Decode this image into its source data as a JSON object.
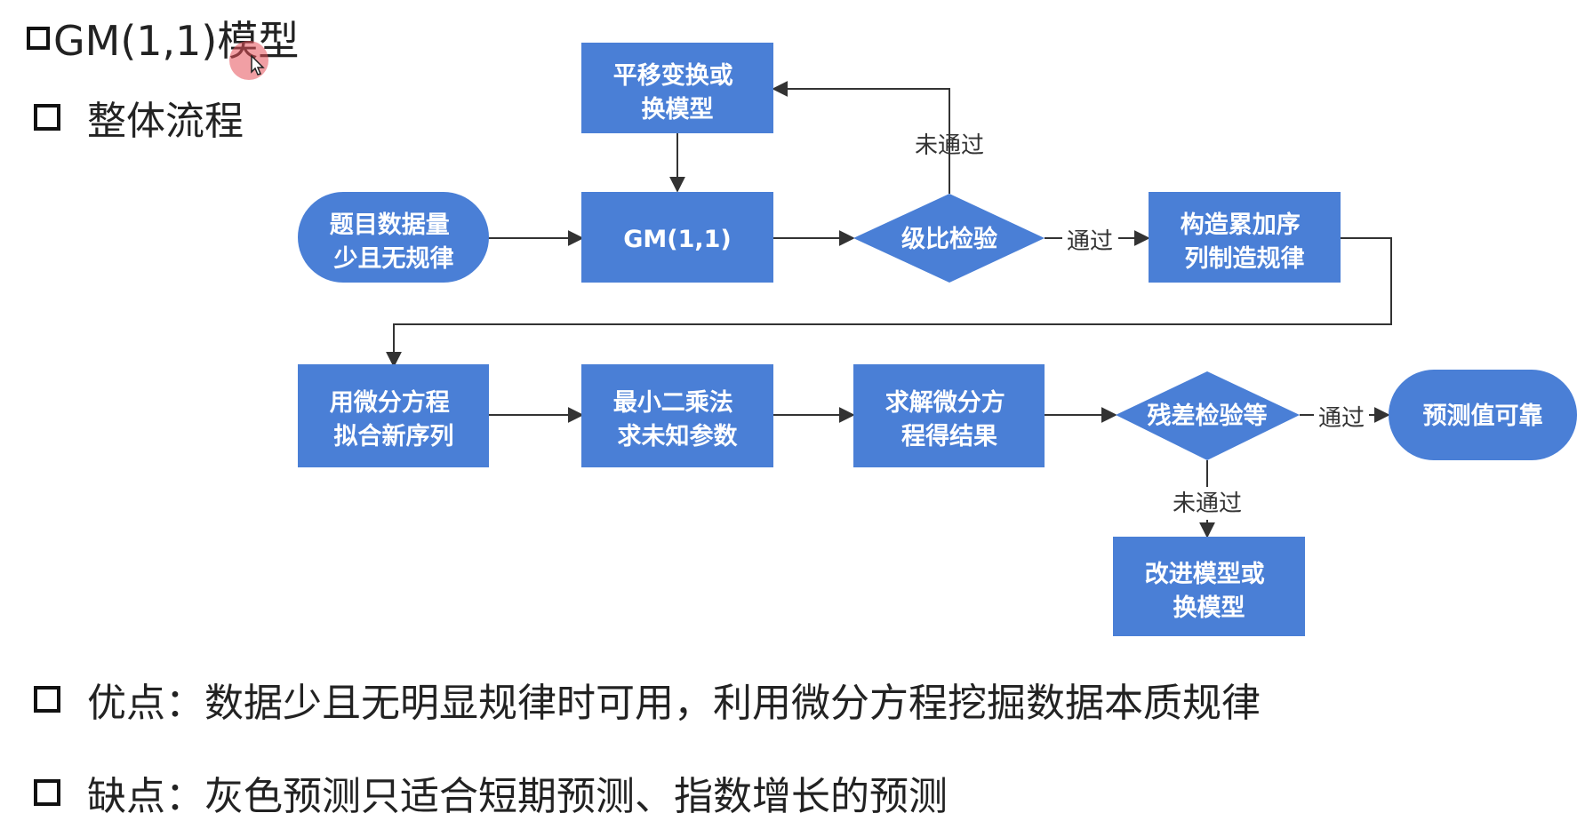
{
  "header": {
    "title": "GM(1,1)模型",
    "subtitle": "整体流程"
  },
  "flow": {
    "shift": [
      "平移变换或",
      "换模型"
    ],
    "gm": [
      "GM(1,1)"
    ],
    "start": [
      "题目数据量",
      "少且无规律"
    ],
    "ratio": [
      "级比检验"
    ],
    "accum": [
      "构造累加序",
      "列制造规律"
    ],
    "fit": [
      "用微分方程",
      "拟合新序列"
    ],
    "lsq": [
      "最小二乘法",
      "求未知参数"
    ],
    "solve": [
      "求解微分方",
      "程得结果"
    ],
    "residual": [
      "残差检验等"
    ],
    "reliable": [
      "预测值可靠"
    ],
    "improve": [
      "改进模型或",
      "换模型"
    ],
    "edge_fail_top": "未通过",
    "edge_pass_ratio": "通过",
    "edge_pass_residual": "通过",
    "edge_fail_bottom": "未通过"
  },
  "notes": {
    "pros": "优点：数据少且无明显规律时可用，利用微分方程挖掘数据本质规律",
    "cons": "缺点：灰色预测只适合短期预测、指数增长的预测"
  },
  "colors": {
    "node_fill": "#4a7fd6",
    "arrow": "#333333"
  }
}
